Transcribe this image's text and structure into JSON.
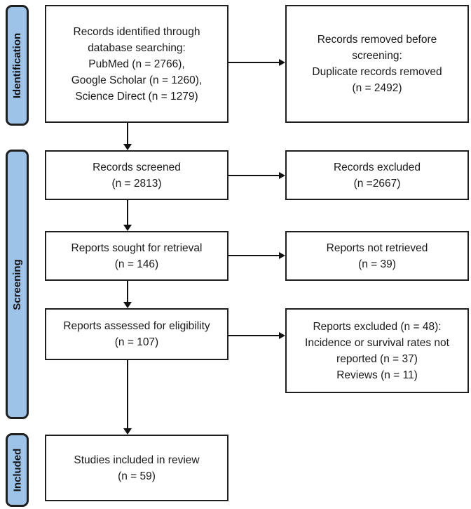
{
  "diagram": {
    "type": "prisma-flow-diagram",
    "colors": {
      "stage_fill": "#9DC3E8",
      "stage_border": "#1F1F1F",
      "box_border": "#1F1F1F",
      "arrow": "#111111",
      "background": "#FFFFFF"
    },
    "stages": [
      {
        "id": "identification",
        "label": "Identification"
      },
      {
        "id": "screening",
        "label": "Screening"
      },
      {
        "id": "included",
        "label": "Included"
      }
    ],
    "boxes": {
      "identified": {
        "text": "Records identified through\ndatabase searching:\nPubMed (n = 2766),\nGoogle Scholar (n = 1260),\nScience Direct (n = 1279)"
      },
      "removed": {
        "text": "Records removed before\nscreening:\nDuplicate records removed\n(n = 2492)"
      },
      "screened": {
        "text": "Records screened\n(n = 2813)"
      },
      "excluded": {
        "text": "Records excluded\n(n =2667)"
      },
      "sought": {
        "text": "Reports sought for retrieval\n(n = 146)"
      },
      "not_retrieved": {
        "text": "Reports not retrieved\n(n = 39)"
      },
      "assessed": {
        "text": "Reports assessed for eligibility\n(n = 107)"
      },
      "reports_excluded": {
        "text": "Reports excluded (n = 48):\nIncidence or survival rates not\nreported (n = 37)\nReviews (n = 11)"
      },
      "included_studies": {
        "text": "Studies included in review\n(n = 59)"
      }
    }
  }
}
